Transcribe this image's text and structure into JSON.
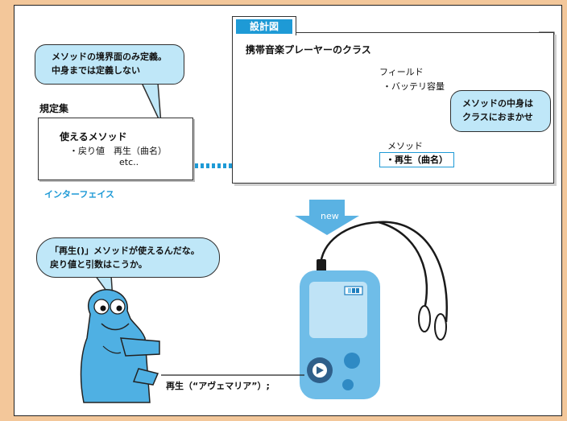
{
  "bubble_top": {
    "line1": "メソッドの境界面のみ定義。",
    "line2": "中身までは定義しない"
  },
  "spec": {
    "heading": "規定集",
    "usable_methods": "使えるメソッド",
    "return_line": "・戻り値　再生（曲名）",
    "etc": "etc..",
    "interface_label": "インターフェイス"
  },
  "blueprint": {
    "tab_label": "設計図",
    "title": "携帯音楽プレーヤーのクラス",
    "field_label": "フィールド",
    "battery_label": "・バッテリ容量",
    "method_label": "メソッド",
    "method_value": "・再生（曲名）"
  },
  "bubble_right": {
    "line1": "メソッドの中身は",
    "line2": "クラスにおまかせ"
  },
  "arrow_label": "new",
  "bubble_frog": {
    "line1": "「再生()」メソッドが使えるんだな。",
    "line2": "戻り値と引数はこうか。"
  },
  "call_text": "再生（“アヴェマリア”）;",
  "colors": {
    "accent_blue": "#1e9ad6",
    "light_blue": "#bfe7f8",
    "player_blue": "#62b7e6",
    "background": "#f3c79a"
  }
}
